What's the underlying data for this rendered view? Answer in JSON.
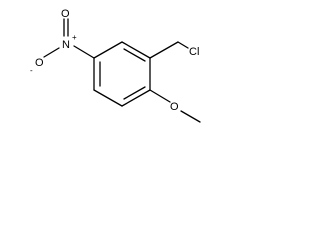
{
  "molecule": {
    "atoms": {
      "chlorine": "Cl",
      "methoxy_oxygen": "O",
      "nitro_nitrogen": "N",
      "nitro_charge_plus": "+",
      "nitro_oxygen_top": "O",
      "nitro_oxygen_left": "O",
      "nitro_charge_minus": "-"
    }
  }
}
